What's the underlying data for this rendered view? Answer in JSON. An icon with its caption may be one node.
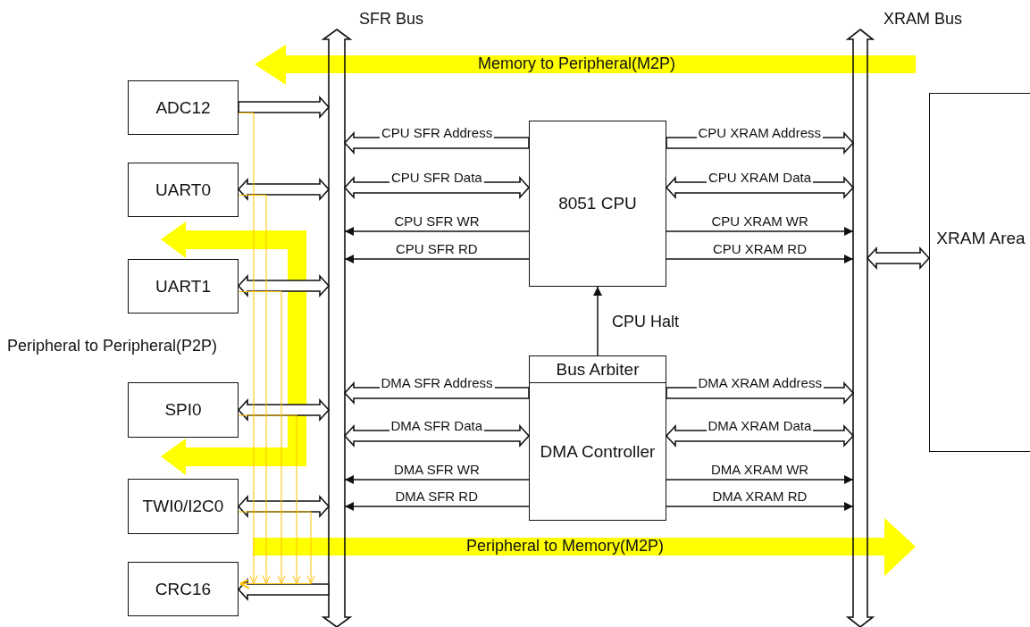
{
  "diagram": {
    "nodes": [
      {
        "text": [
          "SFR Bus"
        ]
      },
      {
        "text": [
          "XRAM Bus"
        ]
      },
      {
        "text": [
          "ADC12"
        ]
      },
      {
        "text": [
          "UART0"
        ]
      },
      {
        "text": [
          "UART1"
        ]
      },
      {
        "text": [
          "SPI0"
        ]
      },
      {
        "text": [
          "TWI0/I2C0"
        ]
      },
      {
        "text": [
          "CRC16"
        ]
      },
      {
        "text": [
          "8051 CPU"
        ]
      },
      {
        "text": [
          "Bus Arbiter"
        ]
      },
      {
        "text": [
          "DMA Controller"
        ]
      },
      {
        "text": [
          "XRAM Area"
        ]
      }
    ],
    "edges": [
      {
        "from": 2,
        "to": 0,
        "arrow": "to",
        "style": "thick"
      },
      {
        "from": 3,
        "to": 0,
        "arrow": "both",
        "style": "thick"
      },
      {
        "from": 4,
        "to": 0,
        "arrow": "both",
        "style": "thick"
      },
      {
        "from": 5,
        "to": 0,
        "arrow": "both",
        "style": "thick"
      },
      {
        "from": 6,
        "to": 0,
        "arrow": "both",
        "style": "thick"
      },
      {
        "from": 0,
        "to": 7,
        "arrow": "to",
        "style": "thick"
      },
      {
        "from": 8,
        "to": 0,
        "arrow": "to",
        "style": "thick",
        "label": "CPU SFR Address"
      },
      {
        "from": 8,
        "to": 0,
        "arrow": "both",
        "style": "thick",
        "label": "CPU SFR Data"
      },
      {
        "from": 8,
        "to": 0,
        "arrow": "to",
        "label": "CPU SFR WR"
      },
      {
        "from": 8,
        "to": 0,
        "arrow": "to",
        "label": "CPU SFR RD"
      },
      {
        "from": 8,
        "to": 1,
        "arrow": "to",
        "style": "thick",
        "label": "CPU XRAM Address"
      },
      {
        "from": 8,
        "to": 1,
        "arrow": "both",
        "style": "thick",
        "label": "CPU XRAM Data"
      },
      {
        "from": 8,
        "to": 1,
        "arrow": "to",
        "label": "CPU XRAM WR"
      },
      {
        "from": 8,
        "to": 1,
        "arrow": "to",
        "label": "CPU XRAM RD"
      },
      {
        "from": 9,
        "to": 8,
        "arrow": "to",
        "label": "CPU Halt"
      },
      {
        "from": 10,
        "to": 0,
        "arrow": "to",
        "style": "thick",
        "label": "DMA SFR Address"
      },
      {
        "from": 10,
        "to": 0,
        "arrow": "both",
        "style": "thick",
        "label": "DMA SFR Data"
      },
      {
        "from": 10,
        "to": 0,
        "arrow": "to",
        "label": "DMA SFR WR"
      },
      {
        "from": 10,
        "to": 0,
        "arrow": "to",
        "label": "DMA SFR RD"
      },
      {
        "from": 10,
        "to": 1,
        "arrow": "to",
        "style": "thick",
        "label": "DMA XRAM Address"
      },
      {
        "from": 10,
        "to": 1,
        "arrow": "both",
        "style": "thick",
        "label": "DMA XRAM Data"
      },
      {
        "from": 10,
        "to": 1,
        "arrow": "to",
        "label": "DMA XRAM WR"
      },
      {
        "from": 10,
        "to": 1,
        "arrow": "to",
        "label": "DMA XRAM RD"
      },
      {
        "from": 11,
        "to": 1,
        "arrow": "both",
        "style": "thick"
      },
      {
        "from": 2,
        "to": 7,
        "arrow": "to",
        "color": "#ffc000"
      },
      {
        "from": 3,
        "to": 7,
        "arrow": "to",
        "color": "#ffc000"
      },
      {
        "from": 4,
        "to": 7,
        "arrow": "to",
        "color": "#ffc000"
      },
      {
        "from": 5,
        "to": 7,
        "arrow": "to",
        "color": "#ffc000"
      },
      {
        "from": 6,
        "to": 7,
        "arrow": "to",
        "color": "#ffc000"
      }
    ],
    "labels": [
      "Memory to Peripheral(M2P)",
      "Peripheral to Peripheral(P2P)",
      "Peripheral to Memory(M2P)"
    ]
  }
}
